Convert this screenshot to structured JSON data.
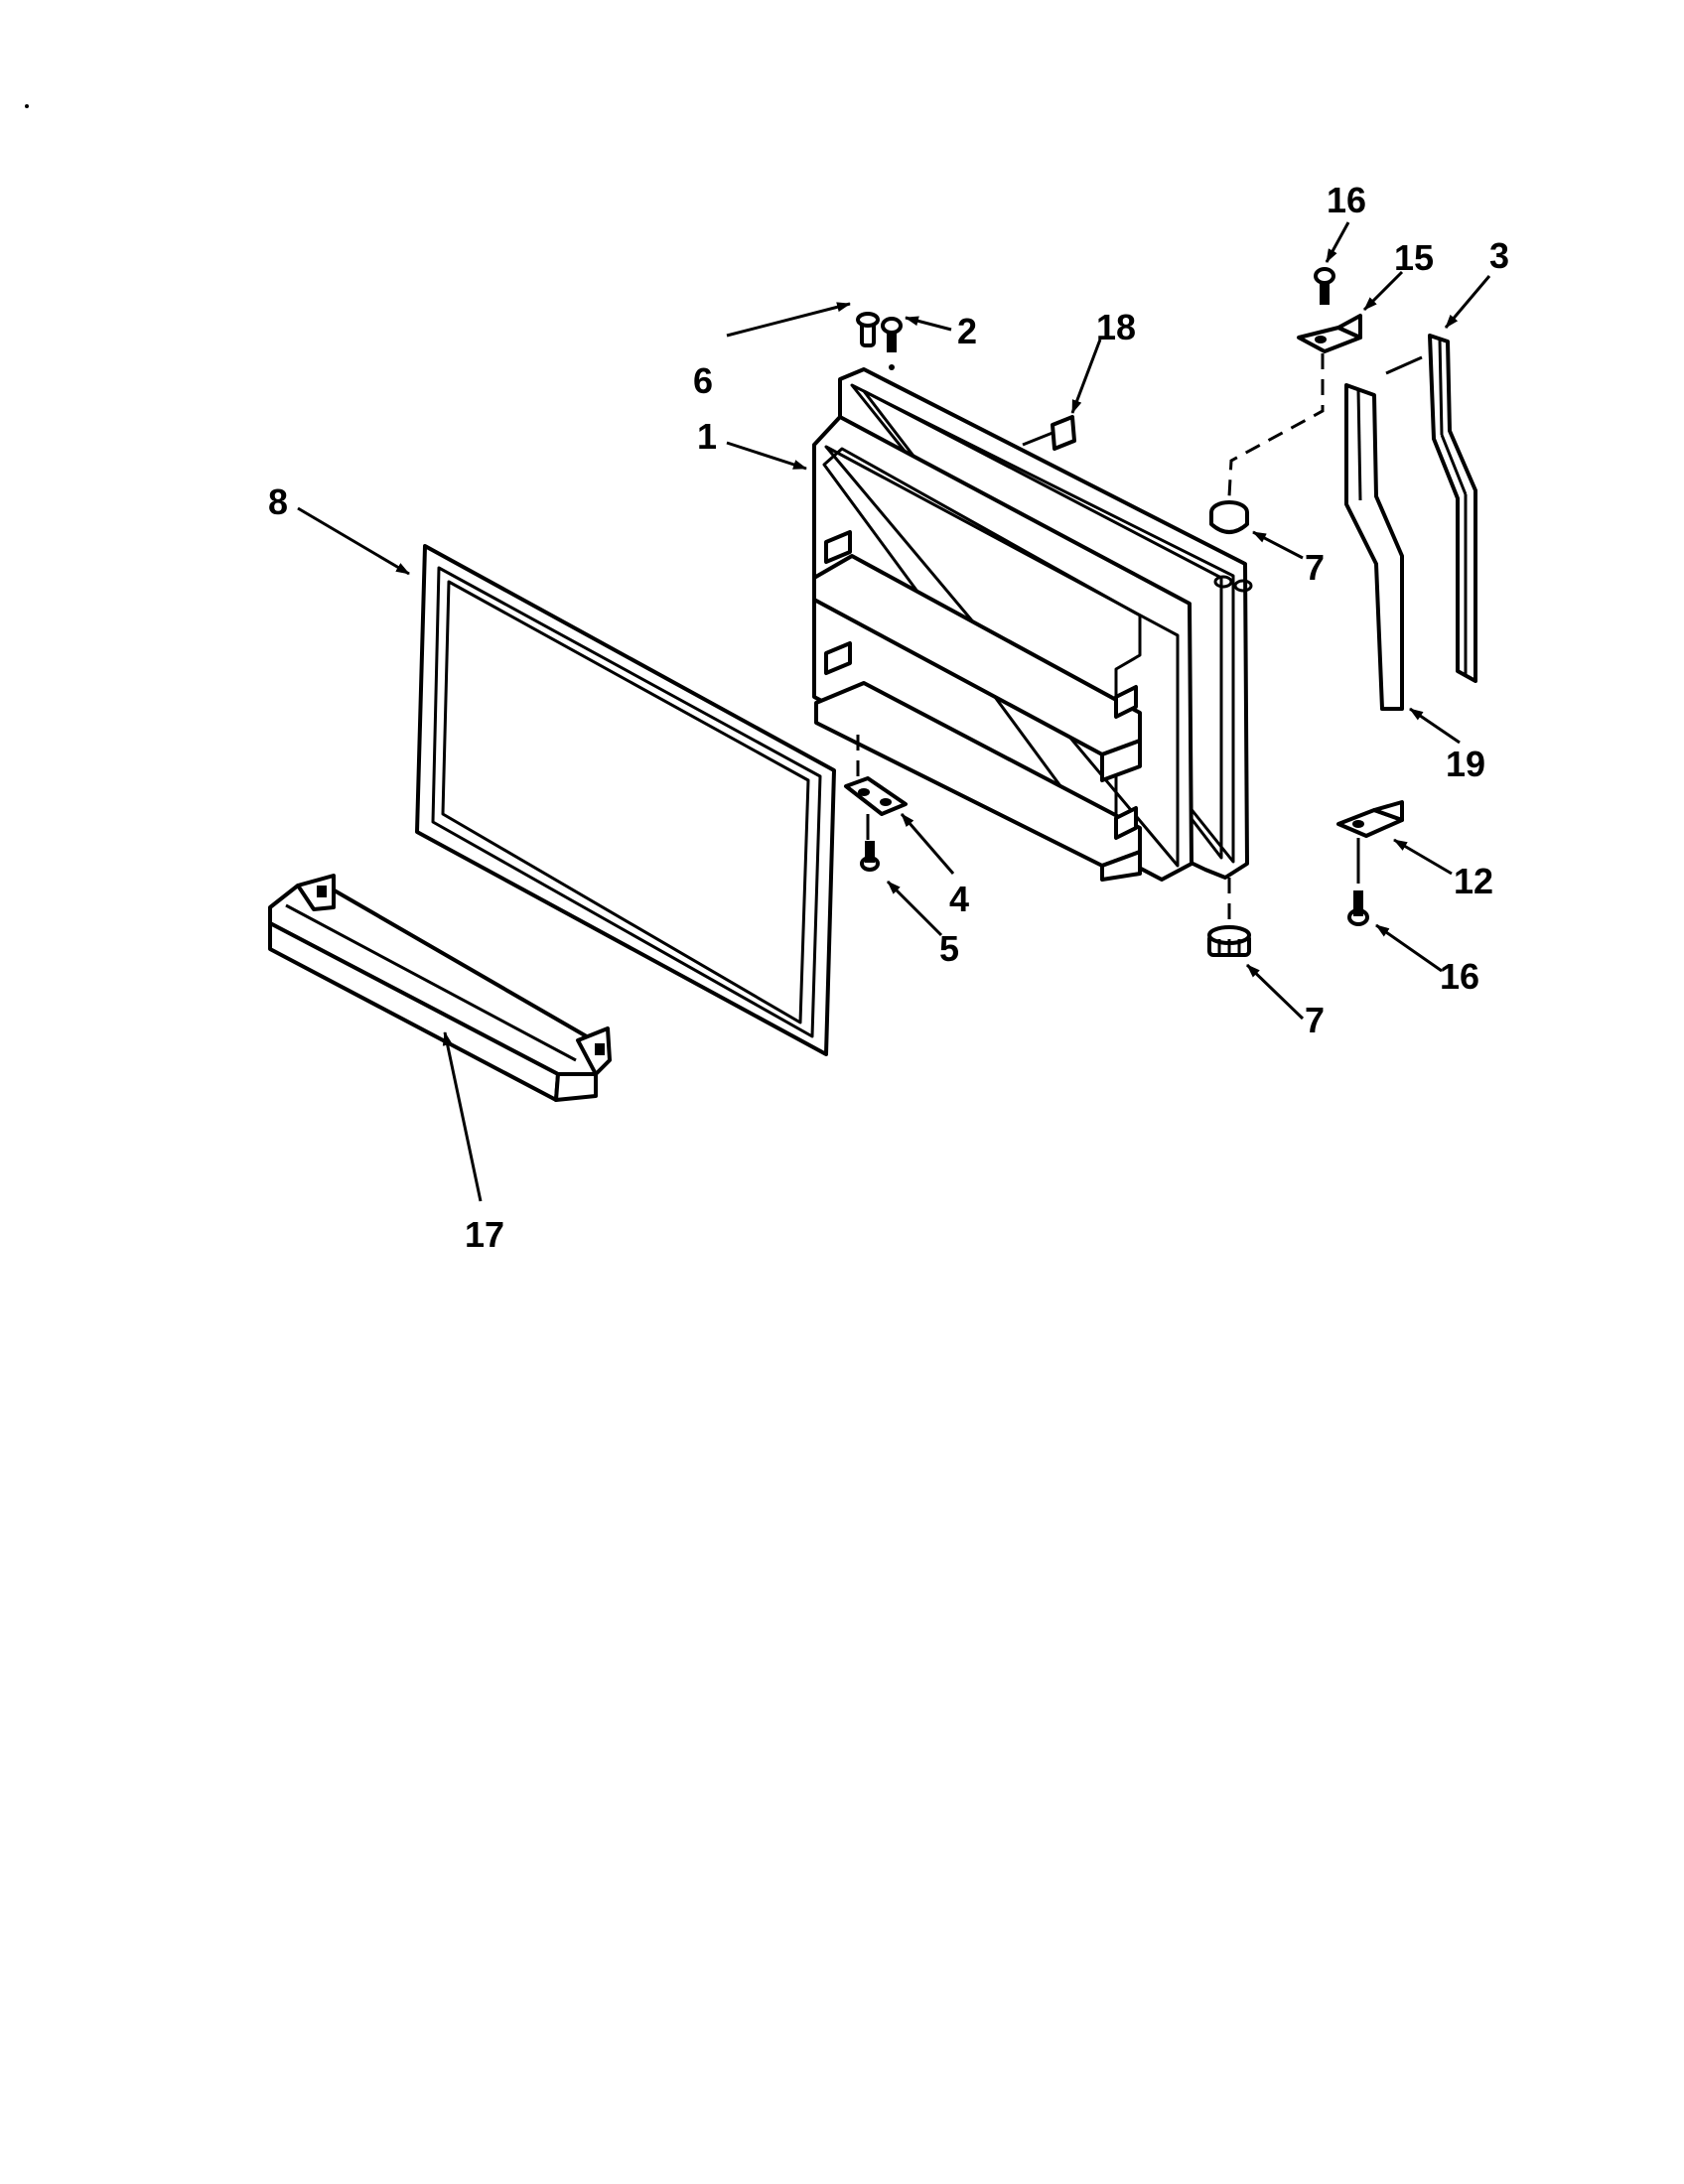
{
  "callouts": {
    "c1": "1",
    "c2": "2",
    "c3": "3",
    "c4": "4",
    "c5": "5",
    "c6": "6",
    "c7a": "7",
    "c7b": "7",
    "c8": "8",
    "c12": "12",
    "c15": "15",
    "c16a": "16",
    "c16b": "16",
    "c17": "17",
    "c18": "18",
    "c19": "19"
  }
}
